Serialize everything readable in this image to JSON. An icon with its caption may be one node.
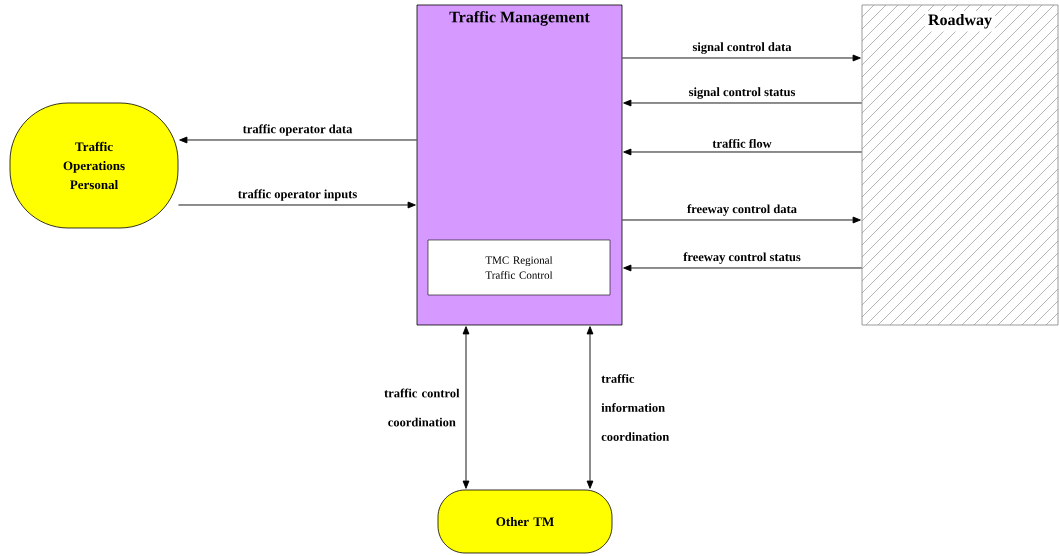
{
  "diagram": {
    "nodes": [
      {
        "text": [
          "Traffic Operations Personal"
        ]
      },
      {
        "text": [
          "Traffic Management"
        ]
      },
      {
        "text": [
          "TMC Regional Traffic Control"
        ],
        "in": 1
      },
      {
        "text": [
          "Roadway"
        ]
      },
      {
        "text": [
          "Other TM"
        ]
      }
    ],
    "edges": [
      {
        "from": 1,
        "to": 0,
        "arrow": "to",
        "label": "traffic operator data"
      },
      {
        "from": 0,
        "to": 1,
        "arrow": "to",
        "label": "traffic operator inputs"
      },
      {
        "from": 1,
        "to": 3,
        "arrow": "to",
        "label": "signal control data"
      },
      {
        "from": 3,
        "to": 1,
        "arrow": "to",
        "label": "signal control status"
      },
      {
        "from": 3,
        "to": 1,
        "arrow": "to",
        "label": "traffic flow"
      },
      {
        "from": 1,
        "to": 3,
        "arrow": "to",
        "label": "freeway control data"
      },
      {
        "from": 3,
        "to": 1,
        "arrow": "to",
        "label": "freeway control status"
      },
      {
        "from": 1,
        "to": 4,
        "arrow": "both",
        "label": "traffic control coordination"
      },
      {
        "from": 1,
        "to": 4,
        "arrow": "both",
        "label": "traffic information coordination"
      }
    ]
  }
}
